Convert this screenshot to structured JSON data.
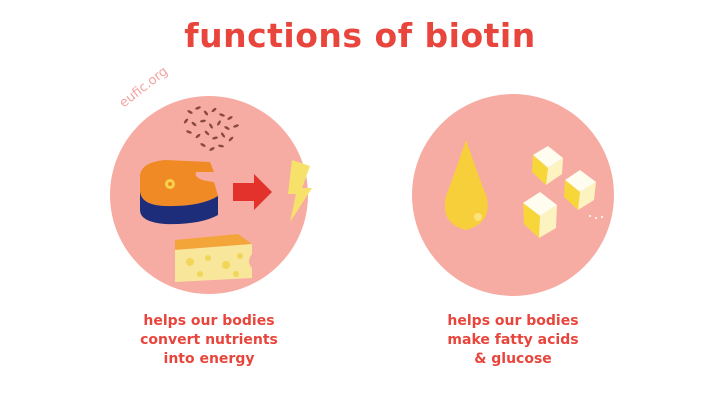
{
  "title": "functions of biotin",
  "watermark": "eufic.org",
  "panels": [
    {
      "icons": [
        "seeds-icon",
        "salmon-steak-icon",
        "arrow-right-icon",
        "lightning-bolt-icon",
        "cheese-icon"
      ],
      "caption": [
        "helps our bodies",
        "convert nutrients",
        "into energy"
      ]
    },
    {
      "icons": [
        "oil-drop-icon",
        "sugar-cubes-icon"
      ],
      "caption": [
        "helps our bodies",
        "make fatty acids",
        "& glucose"
      ]
    }
  ],
  "colors": {
    "accent": "#e8453c",
    "circle": "#f7aca3"
  }
}
